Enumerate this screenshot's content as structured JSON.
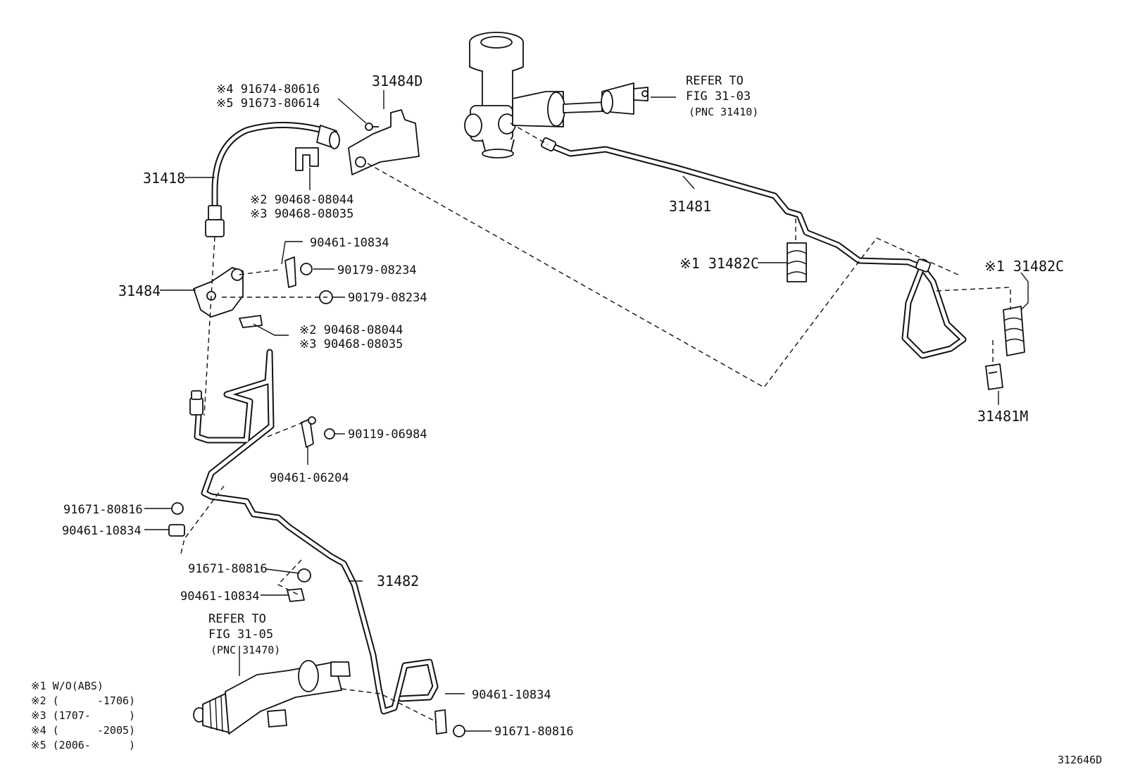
{
  "labels": {
    "ref_fig_31_03": {
      "line1": "REFER TO",
      "line2": "FIG 31-03",
      "line3": "(PNC 31410)"
    },
    "ref_fig_31_05": {
      "line1": "REFER TO",
      "line2": "FIG 31-05",
      "line3": "(PNC 31470)"
    },
    "p31484D": "31484D",
    "p91674": "※4 91674-80616",
    "p91673": "※5 91673-80614",
    "p31418": "31418",
    "p90468_a1": "※2 90468-08044",
    "p90468_a2": "※3 90468-08035",
    "p90461_10834_top": "90461-10834",
    "p90179_a": "90179-08234",
    "p90179_b": "90179-08234",
    "p31484": "31484",
    "p90468_b1": "※2 90468-08044",
    "p90468_b2": "※3 90468-08035",
    "p31481": "31481",
    "p31482C_left": "※1 31482C",
    "p31482C_right": "※1 31482C",
    "p31481M": "31481M",
    "p90119": "90119-06984",
    "p90461_06204": "90461-06204",
    "p91671_a": "91671-80816",
    "p90461_a": "90461-10834",
    "p91671_b": "91671-80816",
    "p90461_b": "90461-10834",
    "p31482": "31482",
    "p90461_c": "90461-10834",
    "p91671_c": "91671-80816",
    "figure_id": "312646D"
  },
  "legend": [
    "※1 W/O(ABS)",
    "※2 (      -1706)",
    "※3 (1707-      )",
    "※4 (      -2005)",
    "※5 (2006-      )"
  ]
}
